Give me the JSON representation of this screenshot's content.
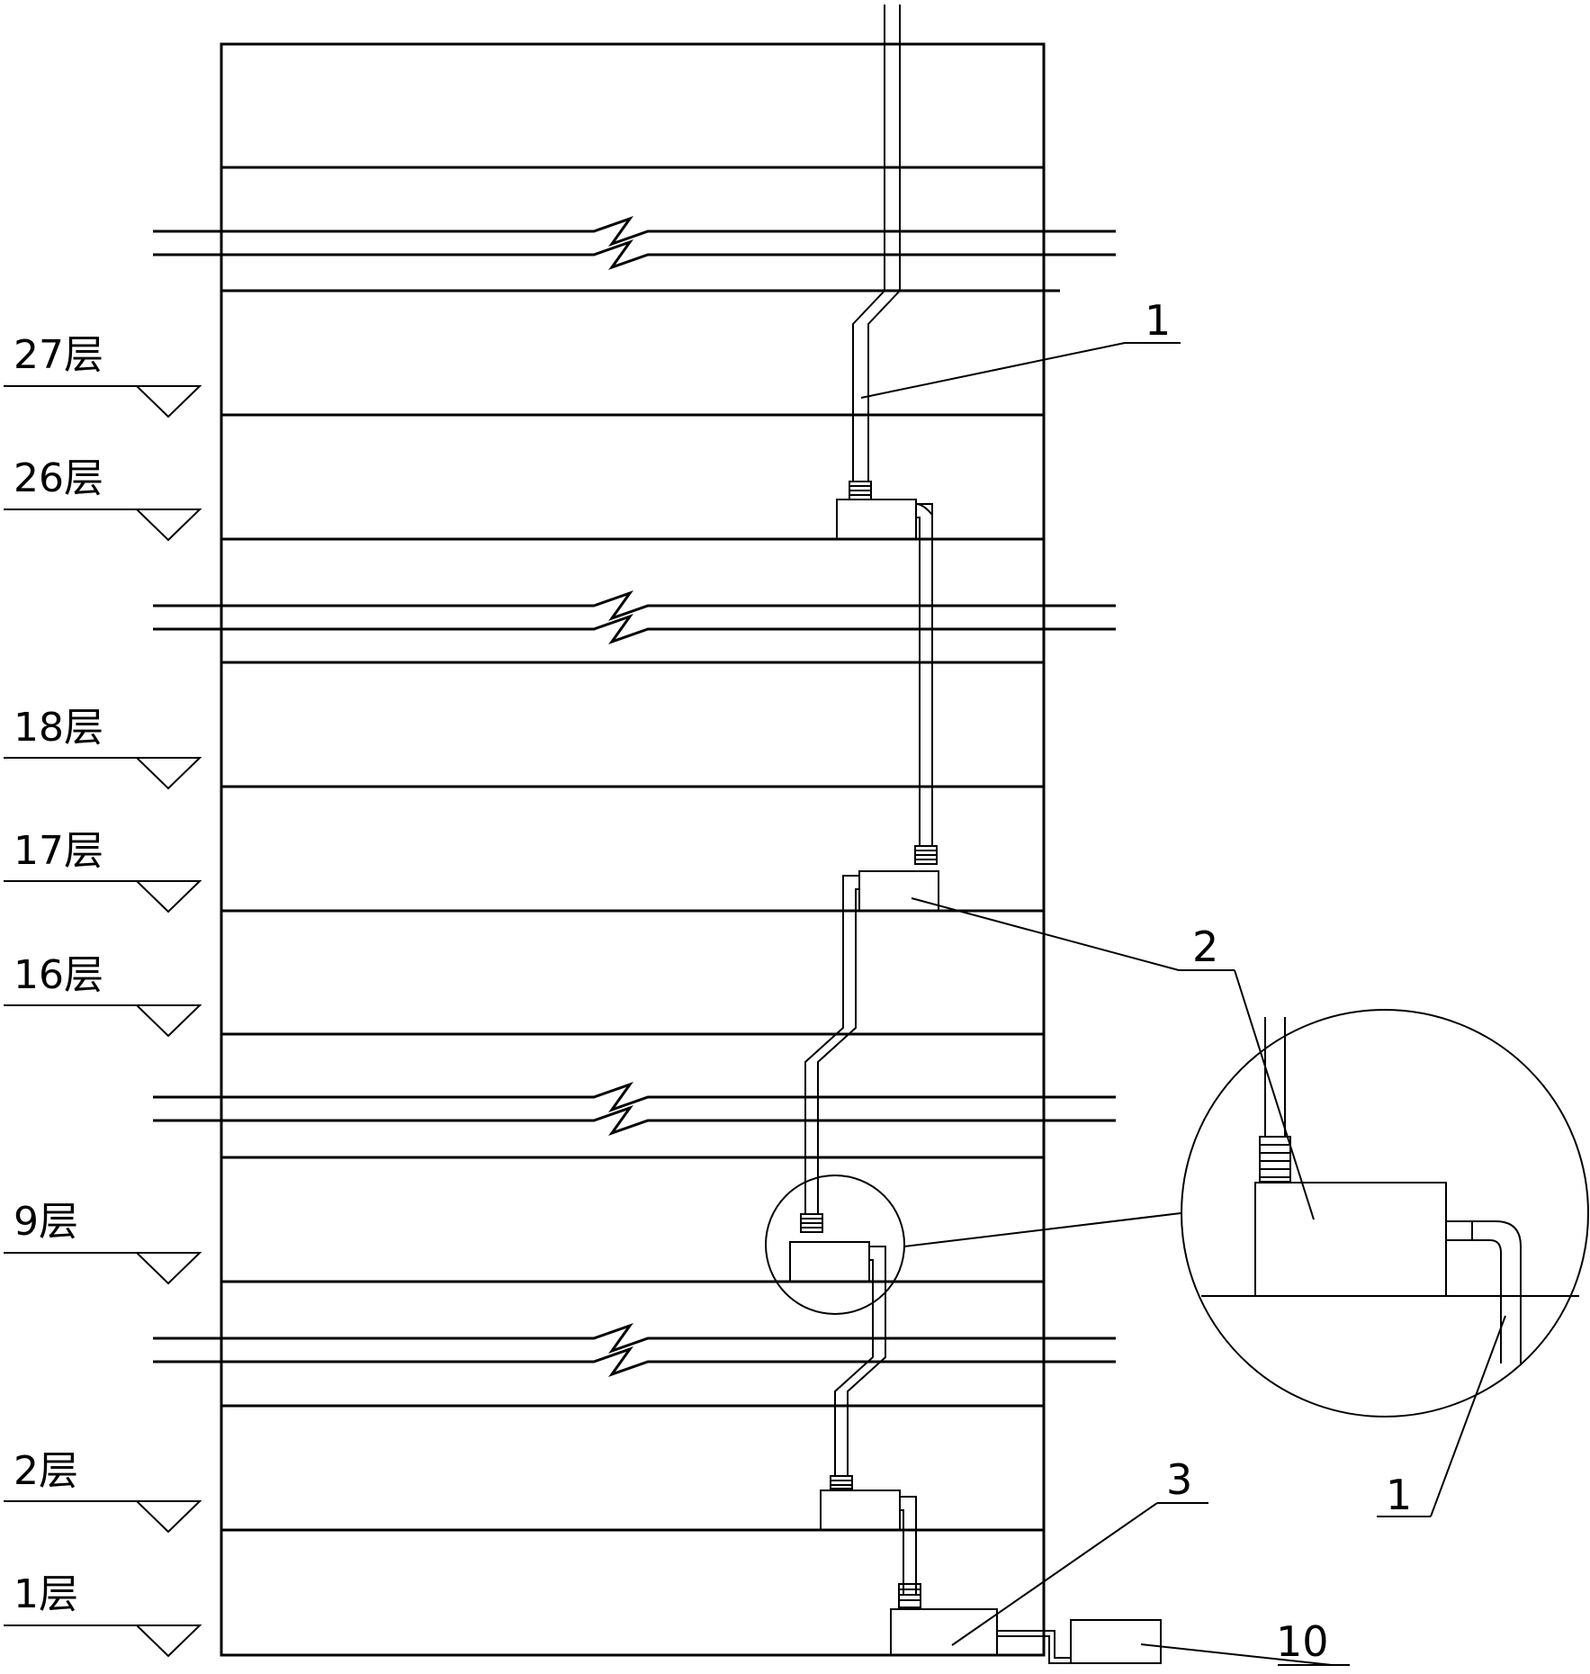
{
  "floors": [
    {
      "id": "27",
      "label": "27层"
    },
    {
      "id": "26",
      "label": "26层"
    },
    {
      "id": "18",
      "label": "18层"
    },
    {
      "id": "17",
      "label": "17层"
    },
    {
      "id": "16",
      "label": "16层"
    },
    {
      "id": "9",
      "label": "9层"
    },
    {
      "id": "2",
      "label": "2层"
    },
    {
      "id": "1",
      "label": "1层"
    }
  ],
  "callouts": {
    "pipe_top": "1",
    "unit_17": "2",
    "bottom_unit": "3",
    "detail_pipe": "1",
    "outdoor_unit": "10"
  }
}
